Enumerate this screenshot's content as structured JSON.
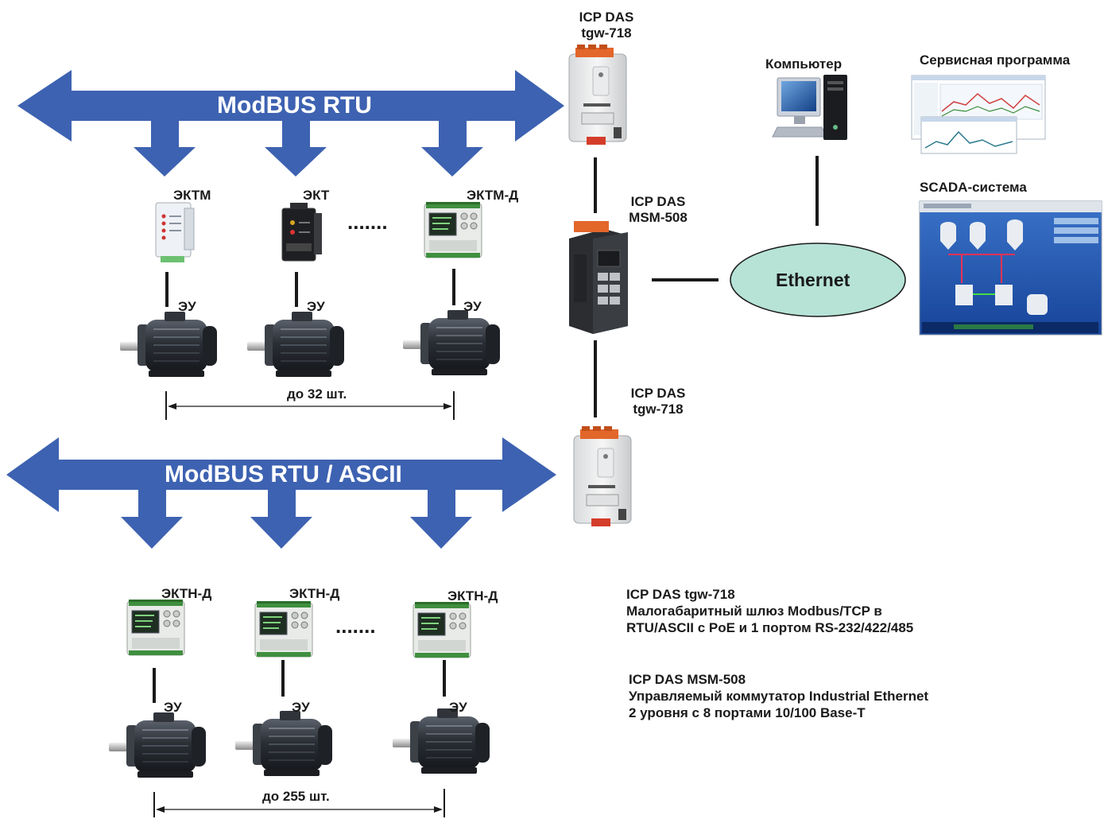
{
  "top_network": {
    "bus_label": "ModBUS RTU",
    "devices": [
      {
        "label": "ЭКТМ",
        "motor_label": "ЭУ"
      },
      {
        "label": "ЭКТ",
        "motor_label": "ЭУ"
      },
      {
        "label": "ЭКТМ-Д",
        "motor_label": "ЭУ"
      }
    ],
    "ellipsis": ".......",
    "count_label": "до 32 шт."
  },
  "bottom_network": {
    "bus_label": "ModBUS RTU / ASCII",
    "devices": [
      {
        "label": "ЭКТН-Д",
        "motor_label": "ЭУ"
      },
      {
        "label": "ЭКТН-Д",
        "motor_label": "ЭУ"
      },
      {
        "label": "ЭКТН-Д",
        "motor_label": "ЭУ"
      }
    ],
    "ellipsis": ".......",
    "count_label": "до 255 шт."
  },
  "gateway_top": {
    "line1": "ICP DAS",
    "line2": "tgw-718"
  },
  "switch": {
    "line1": "ICP DAS",
    "line2": "MSM-508"
  },
  "gateway_bottom": {
    "line1": "ICP DAS",
    "line2": "tgw-718"
  },
  "ethernet_label": "Ethernet",
  "computer_label": "Компьютер",
  "service_program_label": "Сервисная программа",
  "scada_label": "SCADA-система",
  "notes": {
    "tgw": {
      "title": "ICP DAS tgw-718",
      "line1": "Малогабаритный шлюз Modbus/TCP в",
      "line2": "RTU/ASCII с PoE и 1 портом RS-232/422/485"
    },
    "msm": {
      "title": "ICP DAS MSM-508",
      "line1": "Управляемый коммутатор Industrial Ethernet",
      "line2": "2 уровня с 8 портами 10/100 Base-T"
    }
  },
  "colors": {
    "bus": "#3d62b1",
    "ethernet_fill": "#b6e3d6",
    "line": "#1a1a1a",
    "motor": "#262a30"
  }
}
